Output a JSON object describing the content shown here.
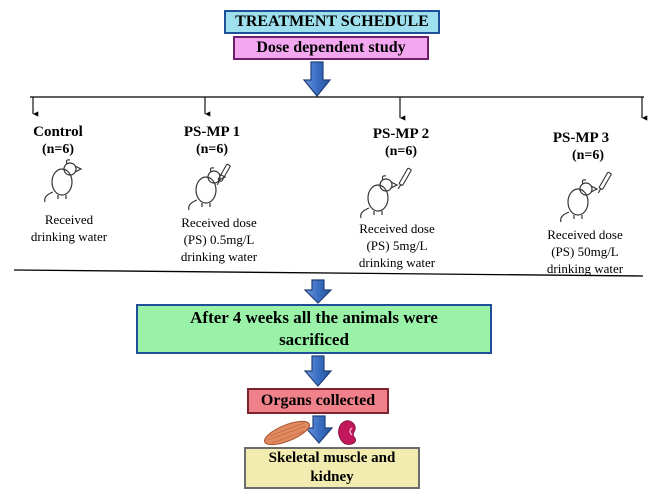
{
  "header": {
    "title": "TREATMENT SCHEDULE",
    "subtitle": "Dose dependent study"
  },
  "groups": [
    {
      "name": "Control",
      "n": "(n=6)",
      "desc_lines": [
        "Received",
        "drinking  water"
      ],
      "has_dropper": false
    },
    {
      "name": "PS-MP 1",
      "n": "(n=6)",
      "desc_lines": [
        "Received dose",
        "(PS) 0.5mg/L",
        "drinking  water"
      ],
      "has_dropper": true
    },
    {
      "name": "PS-MP 2",
      "n": "(n=6)",
      "desc_lines": [
        "Received dose",
        "(PS) 5mg/L",
        "drinking  water"
      ],
      "has_dropper": true
    },
    {
      "name": "PS-MP 3",
      "n": "(n=6)",
      "desc_lines": [
        "Received dose",
        "(PS) 50mg/L",
        "drinking  water"
      ],
      "has_dropper": true
    }
  ],
  "sacrifice": {
    "line1": "After 4 weeks all the animals were",
    "line2": "sacrificed"
  },
  "organs": {
    "label": "Organs collected",
    "icons": [
      "muscle-icon",
      "kidney-icon"
    ]
  },
  "tissues": {
    "line1": "Skeletal muscle and",
    "line2": "kidney"
  },
  "colors": {
    "title_bg": "#9ee0ee",
    "subtitle_bg": "#f3a7f0",
    "sacrifice_bg": "#99f2a8",
    "organs_bg": "#f0808a",
    "tissues_bg": "#f2ecb0",
    "arrow": "#3a6fc4"
  }
}
